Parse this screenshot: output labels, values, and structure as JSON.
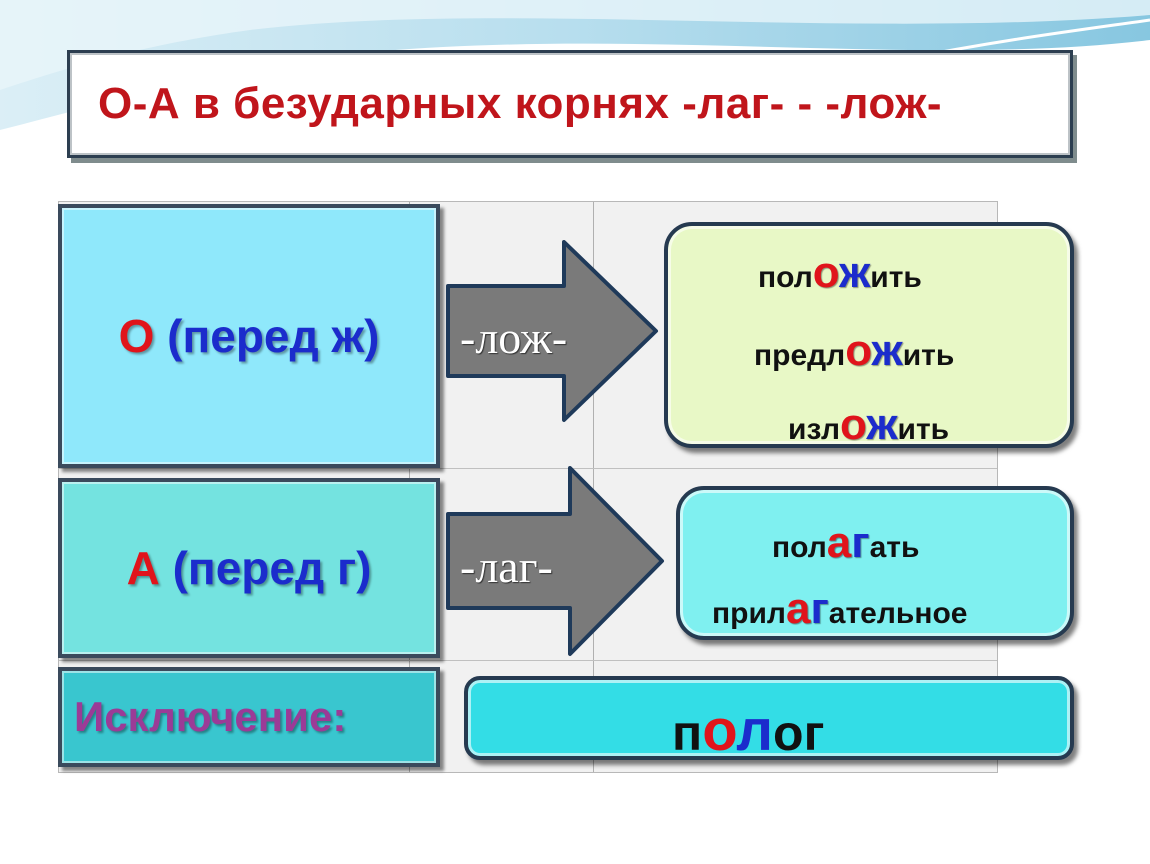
{
  "title": "О-А в безударных корнях -лаг- - -лож-",
  "rules": {
    "o": {
      "letter": "О",
      "text": " (перед ж)"
    },
    "a": {
      "letter": "А",
      "text": " (перед г)"
    },
    "exception_label": "Исключение:"
  },
  "arrows": {
    "lozh": "-лож-",
    "lag": "-лаг-"
  },
  "examples_o": [
    {
      "pre": "пол",
      "v": "о",
      "c": "ж",
      "post": "ить"
    },
    {
      "pre": "предл",
      "v": "о",
      "c": "ж",
      "post": "ить"
    },
    {
      "pre": "изл",
      "v": "о",
      "c": "ж",
      "post": "ить"
    }
  ],
  "examples_a": [
    {
      "pre": "пол",
      "v": "а",
      "c": "г",
      "post": "ать"
    },
    {
      "pre": "прил",
      "v": "а",
      "c": "г",
      "post": "ательное"
    }
  ],
  "exception_word": {
    "p1": "п",
    "o1": "о",
    "l": "л",
    "rest": "ог"
  },
  "colors": {
    "red": "#e0141b",
    "blue": "#1b2ccc",
    "purple": "#9b3b97"
  }
}
